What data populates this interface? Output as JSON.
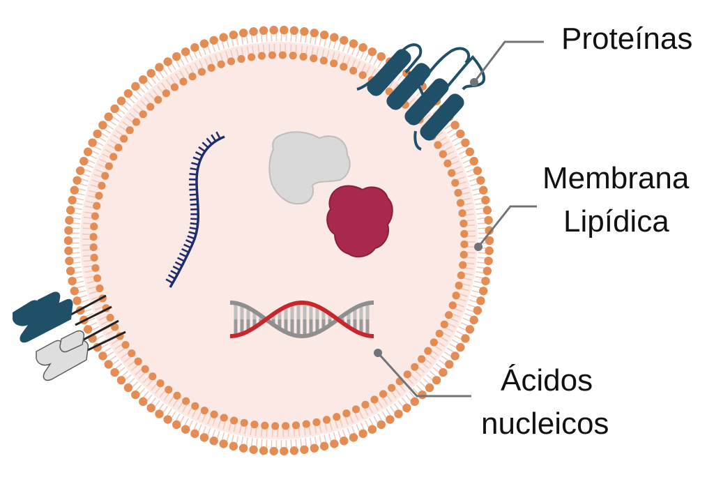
{
  "labels": {
    "proteins": "Proteínas",
    "membrane_line1": "Membrana",
    "membrane_line2": "Lipídica",
    "nucleic_line1": "Ácidos",
    "nucleic_line2": "nucleicos"
  },
  "colors": {
    "lipid_head": "#e38d55",
    "lipid_tail": "#f4c8b8",
    "interior": "#fbe9e6",
    "protein_dark": "#1f5068",
    "protein_light": "#dedede",
    "rna_strand": "#1f2d6b",
    "dna_red": "#c8262c",
    "dna_gray": "#8f8f8f",
    "globular_gray": "#d9d9d9",
    "globular_red": "#a8294d",
    "callout_line": "#707478"
  },
  "icons": {
    "transmembrane_protein": "transmembrane-protein-icon",
    "receptor_dark": "receptor-dark-icon",
    "receptor_light": "receptor-light-icon",
    "rna": "rna-strand-icon",
    "dna": "dna-double-helix-icon",
    "protein_gray": "globular-protein-gray-icon",
    "protein_red": "globular-protein-red-icon"
  }
}
